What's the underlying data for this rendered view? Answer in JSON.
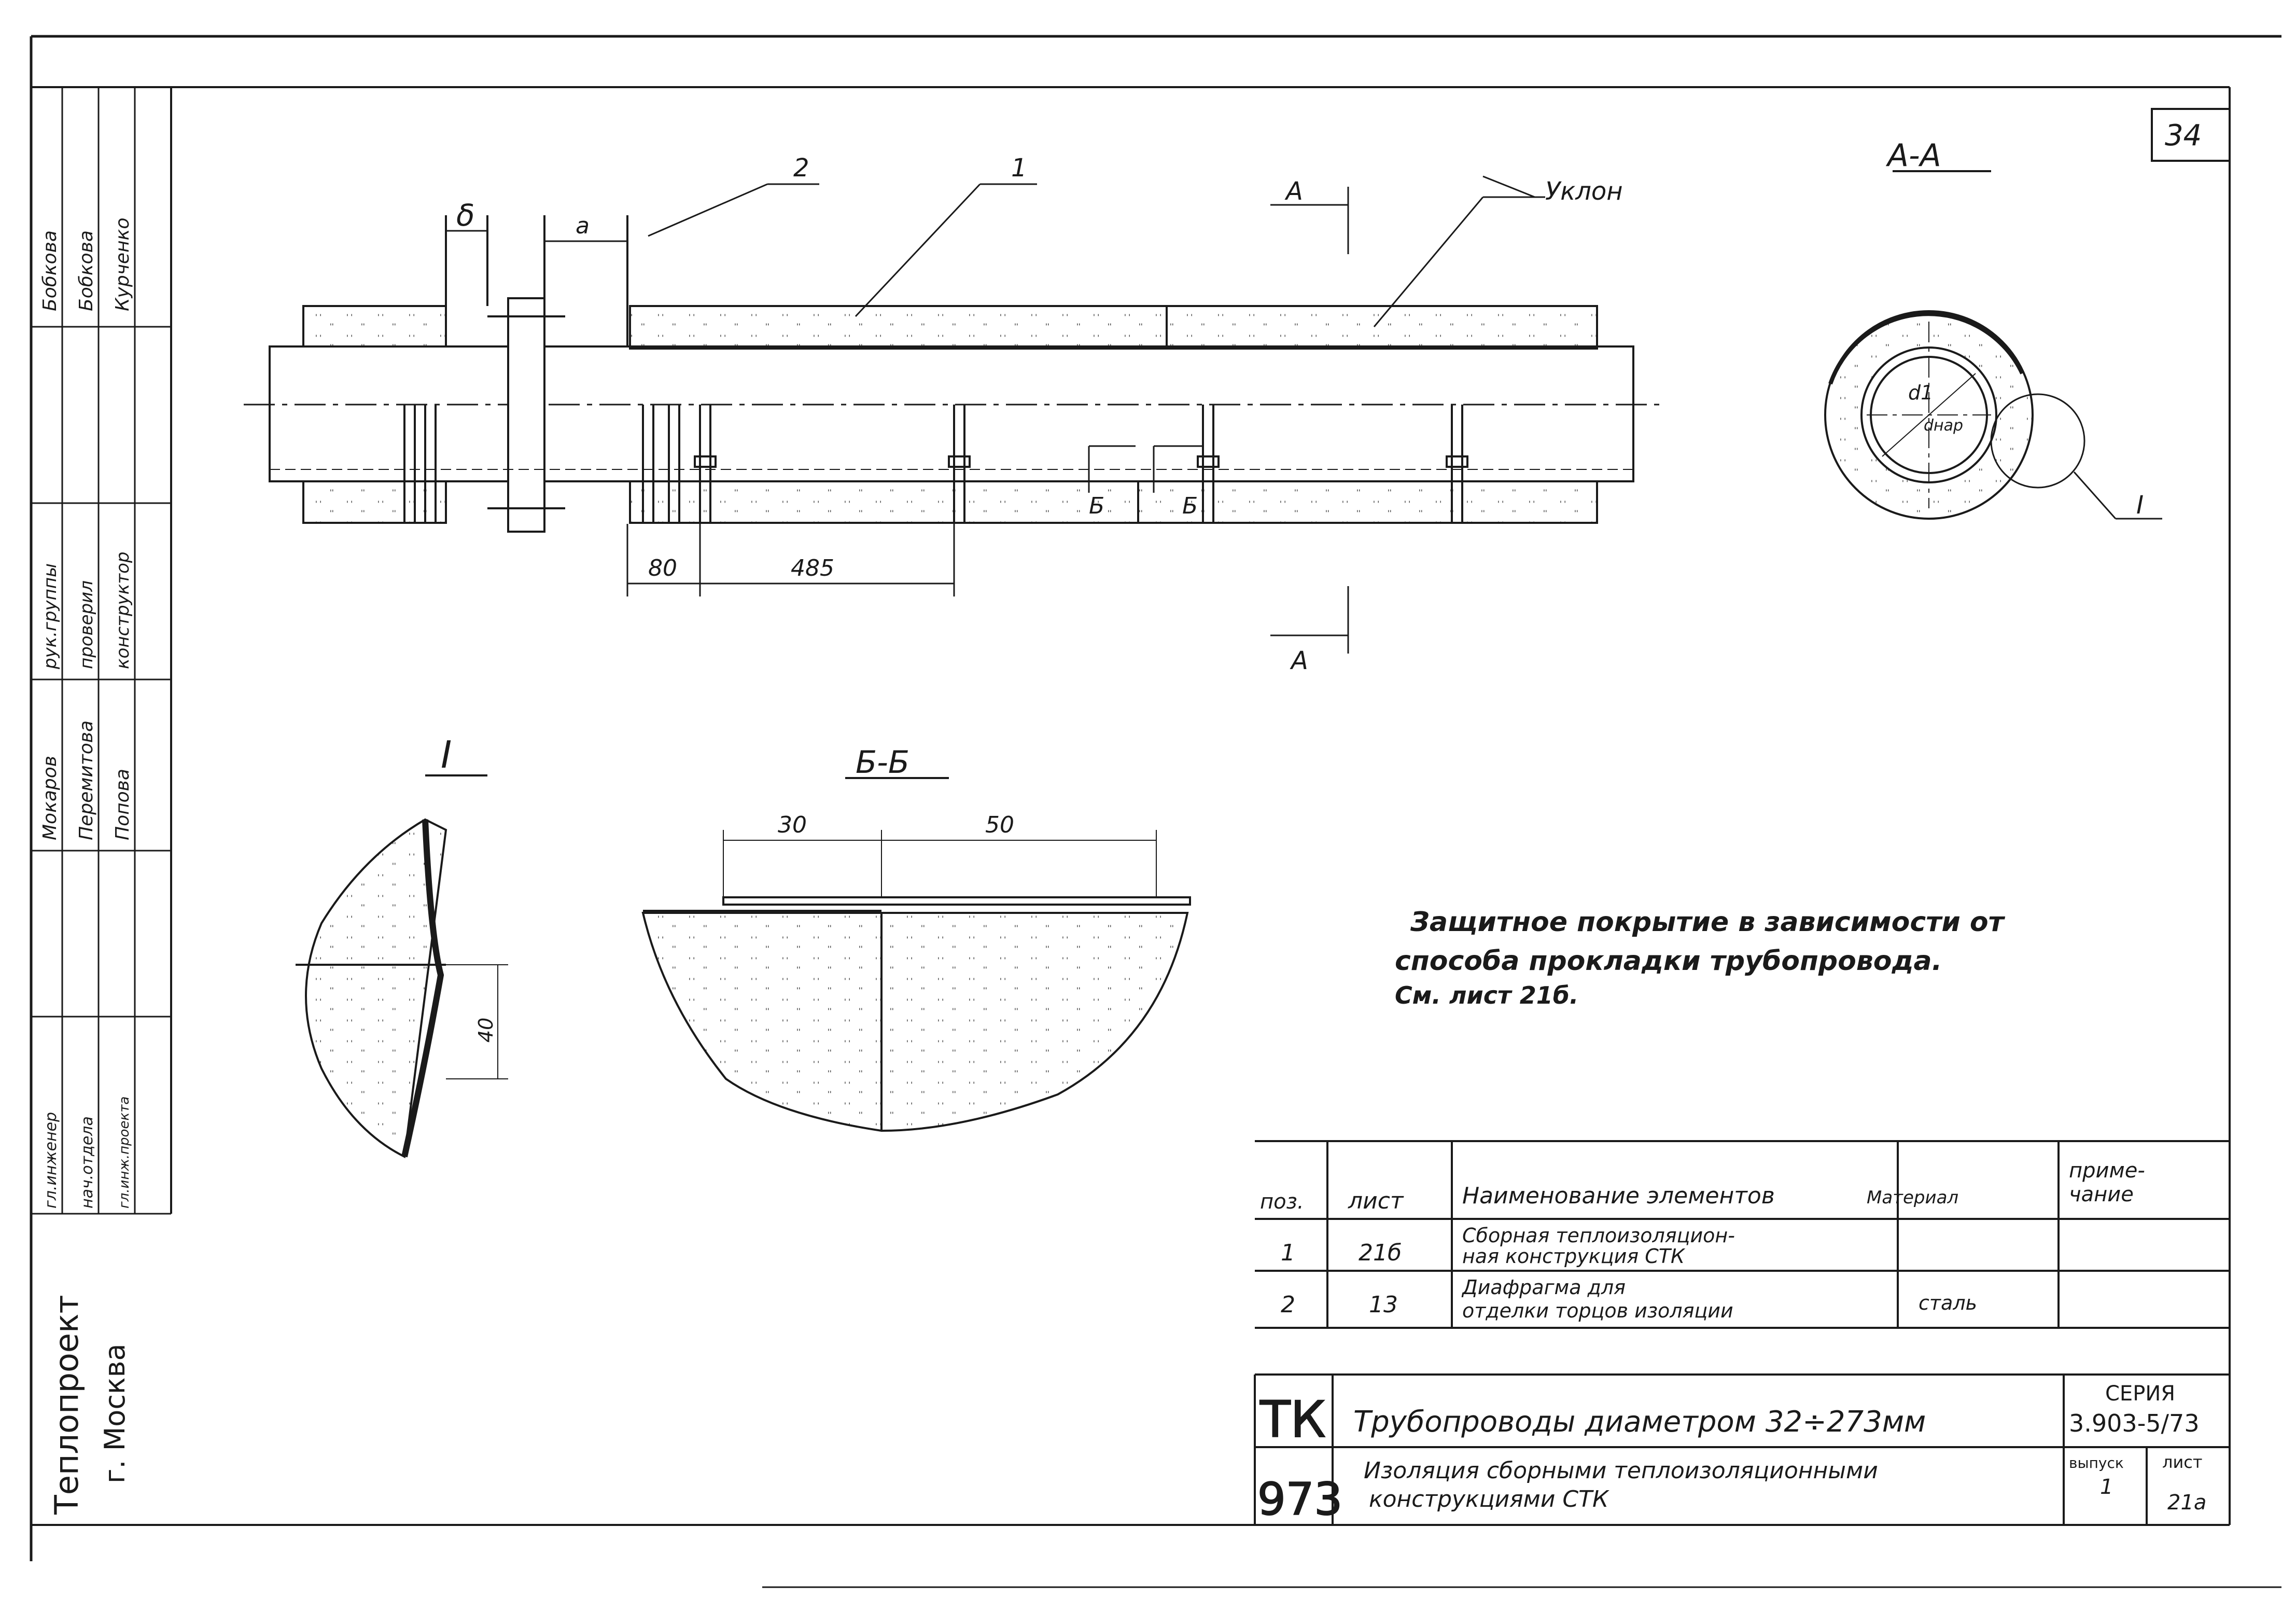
{
  "sheet": {
    "number": "34",
    "frame_color": "#1a1a1a",
    "paper_color": "#ffffff",
    "insulation_fill": "#f2f2f2"
  },
  "main_view": {
    "label_pos2": "2",
    "label_pos1": "1",
    "label_slope": "Уклон",
    "dim_delta": "δ",
    "dim_a": "a",
    "dim_80": "80",
    "dim_485": "485",
    "cut_a_top": "А",
    "cut_a_bottom": "А",
    "cut_b_left": "Б",
    "cut_b_right": "Б"
  },
  "section_aa": {
    "title": "А-А",
    "label_d1": "d1",
    "label_dnar": "dнар",
    "detail_ref": "I"
  },
  "detail_i": {
    "title": "I",
    "dim_40": "40"
  },
  "section_bb": {
    "title": "Б-Б",
    "dim_30": "30",
    "dim_50": "50"
  },
  "note": {
    "line1": "Защитное покрытие в зависимости от",
    "line2": "способа прокладки трубопровода.",
    "line3": "См. лист 21б."
  },
  "spec_table": {
    "headers": {
      "pos": "поз.",
      "sheet": "лист",
      "name": "Наименование элементов",
      "material": "Материал",
      "note": "приме-\nчание"
    },
    "rows": [
      {
        "pos": "1",
        "sheet": "21б",
        "name_1": "Сборная теплоизоляцион-",
        "name_2": "ная конструкция СТК",
        "material": "",
        "note": ""
      },
      {
        "pos": "2",
        "sheet": "13",
        "name_1": "Диафрагма для",
        "name_2": "отделки торцов изоляции",
        "material": "сталь",
        "note": ""
      }
    ]
  },
  "title_block": {
    "code_top": "ТК",
    "code_bottom": "973",
    "title_line1": "Трубопроводы диаметром 32÷273мм",
    "title_line2": "Изоляция сборными теплоизоляционными",
    "title_line3": "конструкциями СТК",
    "series_label": "СЕРИЯ",
    "series_value": "3.903-5/73",
    "issue_label": "выпуск",
    "issue_value": "1",
    "sheet_label": "лист",
    "sheet_value": "21а"
  },
  "side_stamp": {
    "org_line1": "Теплопроект",
    "org_line2": "г. Москва",
    "roles": [
      "гл.инженер",
      "нач.отдела",
      "гл.инж.проекта",
      "рук.группы",
      "проверил",
      "конструктор"
    ],
    "names": [
      "Мокаров",
      "Перемитова",
      "Попова",
      "Бобкова",
      "Бобкова",
      "Курченко"
    ]
  }
}
